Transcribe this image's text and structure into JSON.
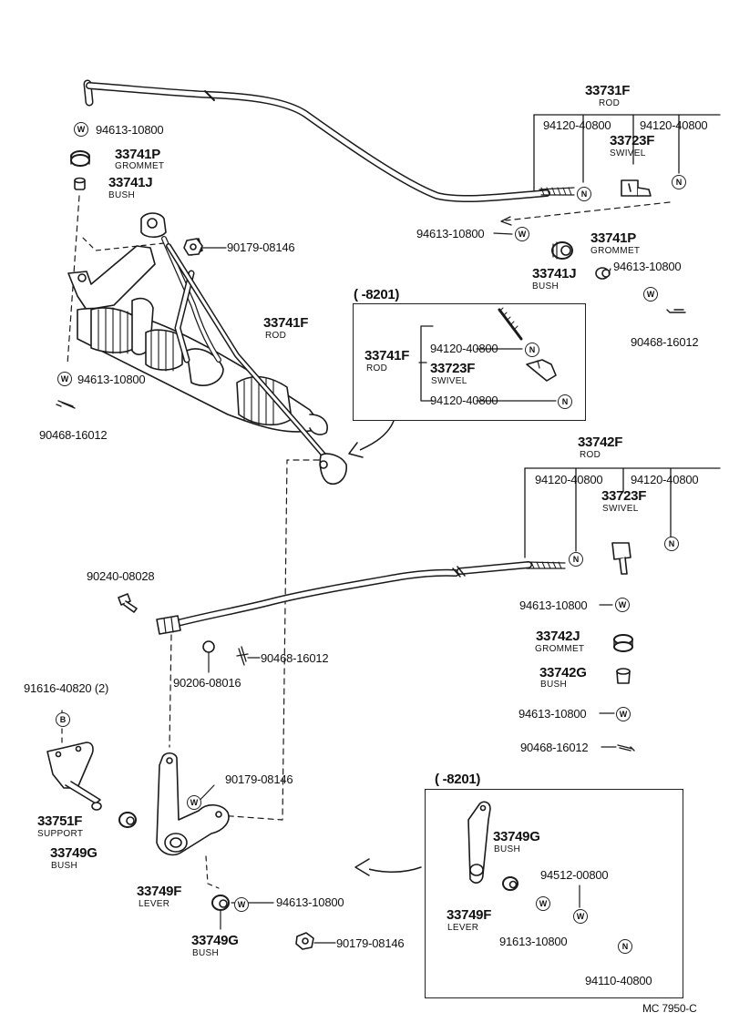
{
  "parts": {
    "p94613_top": "94613-10800",
    "p33741p_left": "33741P",
    "grommet_left": "GROMMET",
    "p33741j_left": "33741J",
    "bush_left": "BUSH",
    "p90179_top": "90179-08146",
    "p33741f": "33741F",
    "rod_mid": "ROD",
    "p94613_left_mid": "94613-10800",
    "p90468_left": "90468-16012",
    "p33731f": "33731F",
    "rod_top": "ROD",
    "p94120_a": "94120-40800",
    "p94120_b": "94120-40800",
    "p33723f_top": "33723F",
    "swivel_top": "SWIVEL",
    "p94613_right_top": "94613-10800",
    "p33741p_right": "33741P",
    "grommet_right": "GROMMET",
    "p33741j_right": "33741J",
    "bush_right": "BUSH",
    "p94613_right_top2": "94613-10800",
    "p90468_right_top": "90468-16012",
    "p33742f": "33742F",
    "rod_right": "ROD",
    "p94120_c": "94120-40800",
    "p94120_d": "94120-40800",
    "p33723f_right": "33723F",
    "swivel_right": "SWIVEL",
    "p94613_right_mid": "94613-10800",
    "p33742j": "33742J",
    "grommet_right2": "GROMMET",
    "p33742g": "33742G",
    "bush_right2": "BUSH",
    "p94613_right_low": "94613-10800",
    "p90468_right_low": "90468-16012",
    "p90240": "90240-08028",
    "p90468_center": "90468-16012",
    "p90206": "90206-08016",
    "p91616": "91616-40820 (2)",
    "p90179_low": "90179-08146",
    "p33751f": "33751F",
    "support": "SUPPORT",
    "p33749g_a": "33749G",
    "bush_a": "BUSH",
    "p33749f": "33749F",
    "lever": "LEVER",
    "p94613_bottom": "94613-10800",
    "p33749g_b": "33749G",
    "bush_b": "BUSH",
    "p90179_bottom": "90179-08146"
  },
  "inset_top": {
    "range": "(      -8201)",
    "p33741f": "33741F",
    "rod": "ROD",
    "p94120_a": "94120-40800",
    "p33723f": "33723F",
    "swivel": "SWIVEL",
    "p94120_b": "94120-40800"
  },
  "inset_bottom": {
    "range": "(      -8201)",
    "p33749g": "33749G",
    "bush": "BUSH",
    "p94512": "94512-00800",
    "p33749f": "33749F",
    "lever": "LEVER",
    "p91613": "91613-10800",
    "p94110": "94110-40800"
  },
  "symbols": {
    "washer": "W",
    "nut": "N",
    "bolt": "B"
  },
  "footer": {
    "code": "MC  7950-C"
  }
}
